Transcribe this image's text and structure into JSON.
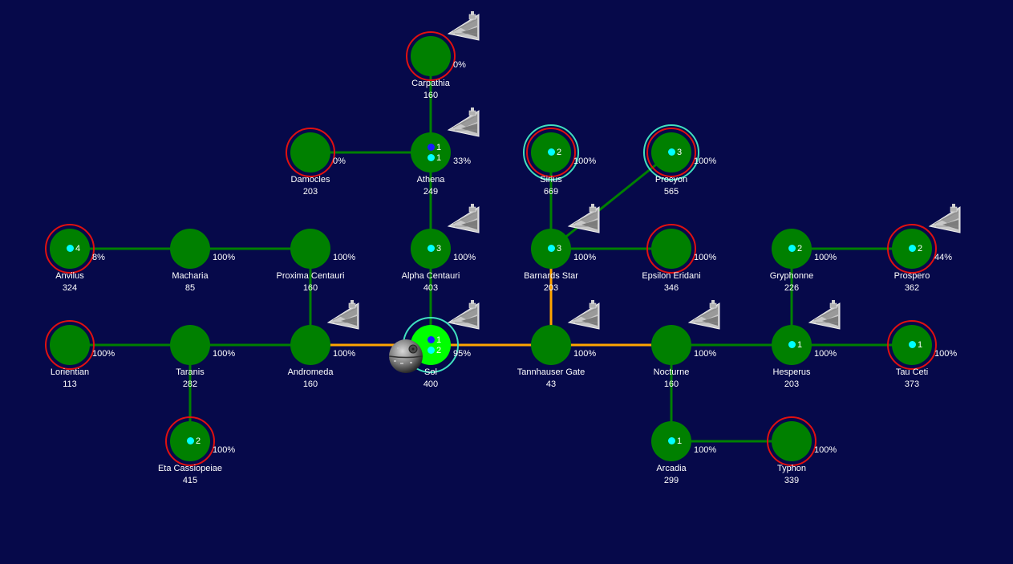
{
  "colors": {
    "background": "#06094a",
    "lane": "#008000",
    "active_lane": "#ffa500",
    "planet": "#008000",
    "capital": "#00ff00",
    "enemy_ring": "#e01010",
    "owned_ring": "#40e0c0",
    "fleet_blue": "#1a1aff",
    "fleet_cyan": "#00ffff"
  },
  "planets": [
    {
      "id": "carpathia",
      "name": "Carpathia",
      "population": "160",
      "status": "0%",
      "enemy": true,
      "warship": true,
      "fleets": []
    },
    {
      "id": "damocles",
      "name": "Damocles",
      "population": "203",
      "status": "0%",
      "enemy": true,
      "fleets": []
    },
    {
      "id": "athena",
      "name": "Athena",
      "population": "249",
      "status": "33%",
      "warship": true,
      "fleets": [
        {
          "color": "blue",
          "count": "1"
        },
        {
          "color": "cyan",
          "count": "1"
        }
      ]
    },
    {
      "id": "sirius",
      "name": "Sirius",
      "population": "669",
      "status": "100%",
      "enemy": true,
      "owned": true,
      "fleets": [
        {
          "color": "cyan",
          "count": "2"
        }
      ]
    },
    {
      "id": "procyon",
      "name": "Procyon",
      "population": "565",
      "status": "100%",
      "enemy": true,
      "owned": true,
      "fleets": [
        {
          "color": "cyan",
          "count": "3"
        }
      ]
    },
    {
      "id": "anvilus",
      "name": "Anvilus",
      "population": "324",
      "status": "8%",
      "enemy": true,
      "fleets": [
        {
          "color": "cyan",
          "count": "4"
        }
      ]
    },
    {
      "id": "macharia",
      "name": "Macharia",
      "population": "85",
      "status": "100%",
      "fleets": []
    },
    {
      "id": "proxima-centauri",
      "name": "Proxima Centauri",
      "population": "160",
      "status": "100%",
      "fleets": []
    },
    {
      "id": "alpha-centauri",
      "name": "Alpha Centauri",
      "population": "403",
      "status": "100%",
      "warship": true,
      "fleets": [
        {
          "color": "cyan",
          "count": "3"
        }
      ]
    },
    {
      "id": "barnards-star",
      "name": "Barnards Star",
      "population": "203",
      "status": "100%",
      "warship": true,
      "fleets": [
        {
          "color": "cyan",
          "count": "3"
        }
      ]
    },
    {
      "id": "epsilon-eridani",
      "name": "Epsilon Eridani",
      "population": "346",
      "status": "100%",
      "enemy": true,
      "fleets": []
    },
    {
      "id": "gryphonne",
      "name": "Gryphonne",
      "population": "226",
      "status": "100%",
      "fleets": [
        {
          "color": "cyan",
          "count": "2"
        }
      ]
    },
    {
      "id": "prospero",
      "name": "Prospero",
      "population": "362",
      "status": "44%",
      "enemy": true,
      "warship": true,
      "fleets": [
        {
          "color": "cyan",
          "count": "2"
        }
      ]
    },
    {
      "id": "lorientian",
      "name": "Lorientian",
      "population": "113",
      "status": "100%",
      "enemy": true,
      "fleets": []
    },
    {
      "id": "taranis",
      "name": "Taranis",
      "population": "282",
      "status": "100%",
      "fleets": []
    },
    {
      "id": "andromeda",
      "name": "Andromeda",
      "population": "160",
      "status": "100%",
      "warship": true,
      "fleets": []
    },
    {
      "id": "sol",
      "name": "Sol",
      "population": "400",
      "status": "95%",
      "capital": true,
      "owned": true,
      "warship": true,
      "fleets": [
        {
          "color": "blue",
          "count": "1"
        },
        {
          "color": "cyan",
          "count": "2"
        }
      ]
    },
    {
      "id": "tannhauser-gate",
      "name": "Tannhauser Gate",
      "population": "43",
      "status": "100%",
      "warship": true,
      "fleets": []
    },
    {
      "id": "nocturne",
      "name": "Nocturne",
      "population": "160",
      "status": "100%",
      "warship": true,
      "fleets": []
    },
    {
      "id": "hesperus",
      "name": "Hesperus",
      "population": "203",
      "status": "100%",
      "warship": true,
      "fleets": [
        {
          "color": "cyan",
          "count": "1"
        }
      ]
    },
    {
      "id": "tau-ceti",
      "name": "Tau Ceti",
      "population": "373",
      "status": "100%",
      "enemy": true,
      "fleets": [
        {
          "color": "cyan",
          "count": "1"
        }
      ]
    },
    {
      "id": "eta-cassiopeiae",
      "name": "Eta Cassiopeiae",
      "population": "415",
      "status": "100%",
      "enemy": true,
      "fleets": [
        {
          "color": "cyan",
          "count": "2"
        }
      ]
    },
    {
      "id": "arcadia",
      "name": "Arcadia",
      "population": "299",
      "status": "100%",
      "fleets": [
        {
          "color": "cyan",
          "count": "1"
        }
      ]
    },
    {
      "id": "typhon",
      "name": "Typhon",
      "population": "339",
      "status": "100%",
      "enemy": true,
      "fleets": []
    }
  ],
  "lanes": [
    {
      "from": "carpathia",
      "to": "athena"
    },
    {
      "from": "damocles",
      "to": "athena"
    },
    {
      "from": "athena",
      "to": "alpha-centauri"
    },
    {
      "from": "alpha-centauri",
      "to": "sol"
    },
    {
      "from": "sirius",
      "to": "barnards-star"
    },
    {
      "from": "procyon",
      "to": "barnards-star"
    },
    {
      "from": "barnards-star",
      "to": "epsilon-eridani"
    },
    {
      "from": "barnards-star",
      "to": "tannhauser-gate",
      "active": true
    },
    {
      "from": "anvilus",
      "to": "macharia"
    },
    {
      "from": "macharia",
      "to": "proxima-centauri"
    },
    {
      "from": "proxima-centauri",
      "to": "andromeda"
    },
    {
      "from": "lorientian",
      "to": "taranis"
    },
    {
      "from": "taranis",
      "to": "andromeda"
    },
    {
      "from": "taranis",
      "to": "eta-cassiopeiae"
    },
    {
      "from": "andromeda",
      "to": "sol",
      "active": true
    },
    {
      "from": "sol",
      "to": "tannhauser-gate",
      "active": true
    },
    {
      "from": "tannhauser-gate",
      "to": "nocturne",
      "active": true
    },
    {
      "from": "nocturne",
      "to": "hesperus"
    },
    {
      "from": "hesperus",
      "to": "tau-ceti"
    },
    {
      "from": "gryphonne",
      "to": "prospero"
    },
    {
      "from": "gryphonne",
      "to": "hesperus"
    },
    {
      "from": "nocturne",
      "to": "arcadia"
    },
    {
      "from": "arcadia",
      "to": "typhon"
    }
  ]
}
